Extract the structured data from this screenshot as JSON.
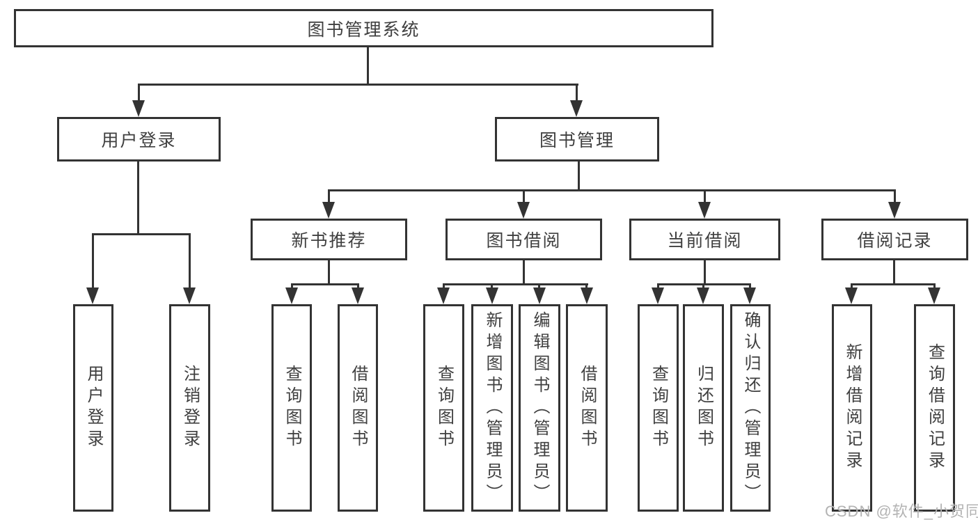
{
  "colors": {
    "line": "#333333",
    "box_border": "#333333",
    "text": "#3f3f3f",
    "watermark": "#b3b3b3",
    "background": "#ffffff"
  },
  "tree": {
    "root": {
      "label": "图书管理系统"
    },
    "level2": [
      {
        "label": "用户登录"
      },
      {
        "label": "图书管理"
      }
    ],
    "level3": [
      {
        "label": "新书推荐"
      },
      {
        "label": "图书借阅"
      },
      {
        "label": "当前借阅"
      },
      {
        "label": "借阅记录"
      }
    ],
    "leaves": [
      {
        "label": "用户登录"
      },
      {
        "label": "注销登录"
      },
      {
        "label": "查询图书"
      },
      {
        "label": "借阅图书"
      },
      {
        "label": "查询图书"
      },
      {
        "label": "新增图书（管理员）"
      },
      {
        "label": "编辑图书（管理员）"
      },
      {
        "label": "借阅图书"
      },
      {
        "label": "查询图书"
      },
      {
        "label": "归还图书"
      },
      {
        "label": "确认归还（管理员）"
      },
      {
        "label": "新增借阅记录"
      },
      {
        "label": "查询借阅记录"
      }
    ]
  },
  "watermark": {
    "text": "CSDN @软件_小贺同学"
  }
}
